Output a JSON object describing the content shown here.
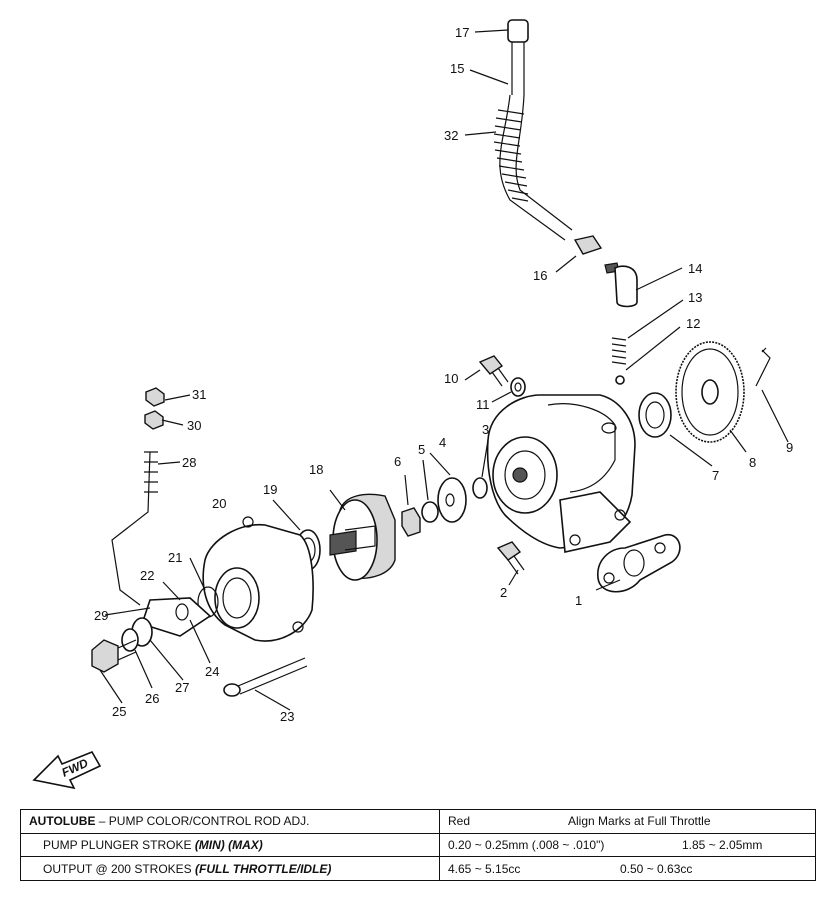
{
  "part_labels": [
    "1",
    "2",
    "3",
    "4",
    "5",
    "6",
    "7",
    "8",
    "9",
    "10",
    "11",
    "12",
    "13",
    "14",
    "15",
    "16",
    "17",
    "18",
    "19",
    "20",
    "21",
    "22",
    "23",
    "24",
    "25",
    "26",
    "27",
    "28",
    "29",
    "30",
    "31",
    "32"
  ],
  "fwd_label": "FWD",
  "spec_table": {
    "row1": {
      "title_bold": "AUTOLUBE",
      "title_rest": " – PUMP COLOR/CONTROL ROD ADJ.",
      "color": "Red",
      "note": "Align Marks at Full Throttle"
    },
    "row2": {
      "label": "PUMP PLUNGER STROKE ",
      "label_italic": "(MIN) (MAX)",
      "min": "0.20 ~ 0.25mm (.008 ~ .010\")",
      "max": "1.85 ~ 2.05mm"
    },
    "row3": {
      "label": "OUTPUT @ 200 STROKES ",
      "label_italic": "(FULL THROTTLE/IDLE)",
      "full": "4.65 ~ 5.15cc",
      "idle": "0.50 ~ 0.63cc"
    }
  }
}
